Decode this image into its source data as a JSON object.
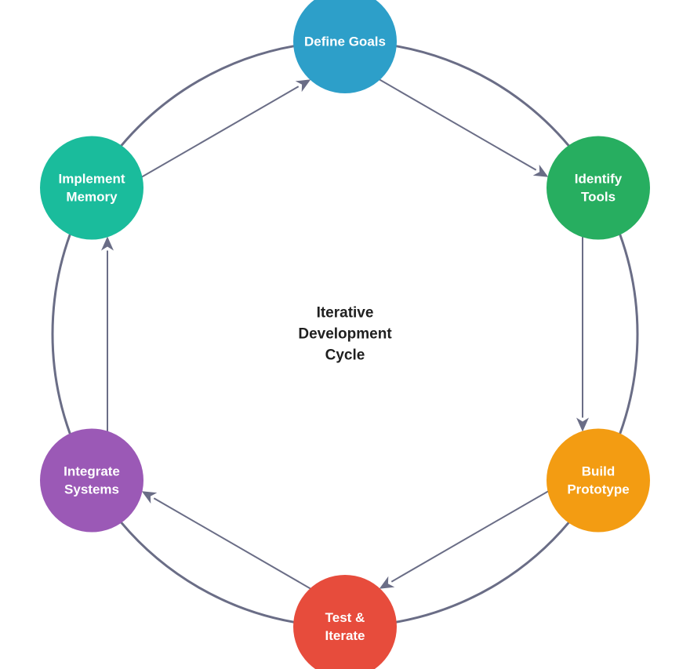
{
  "center": {
    "lines": [
      "Iterative",
      "Development",
      "Cycle"
    ]
  },
  "nodes": [
    {
      "id": "define-goals",
      "lines": [
        "Define Goals"
      ],
      "color": "#2d9fc9"
    },
    {
      "id": "identify-tools",
      "lines": [
        "Identify",
        "Tools"
      ],
      "color": "#27ae60"
    },
    {
      "id": "build-prototype",
      "lines": [
        "Build",
        "Prototype"
      ],
      "color": "#f39c12"
    },
    {
      "id": "test-iterate",
      "lines": [
        "Test &",
        "Iterate"
      ],
      "color": "#e74c3c"
    },
    {
      "id": "integrate-systems",
      "lines": [
        "Integrate",
        "Systems"
      ],
      "color": "#9b59b6"
    },
    {
      "id": "implement-memory",
      "lines": [
        "Implement",
        "Memory"
      ],
      "color": "#1abc9c"
    }
  ],
  "edges": [
    {
      "from": "define-goals",
      "to": "identify-tools"
    },
    {
      "from": "identify-tools",
      "to": "build-prototype"
    },
    {
      "from": "build-prototype",
      "to": "test-iterate"
    },
    {
      "from": "test-iterate",
      "to": "integrate-systems"
    },
    {
      "from": "integrate-systems",
      "to": "implement-memory"
    },
    {
      "from": "implement-memory",
      "to": "define-goals"
    }
  ],
  "colors": {
    "connector": "#6a6d86",
    "center_text": "#1f1f1f",
    "node_text": "#ffffff"
  }
}
